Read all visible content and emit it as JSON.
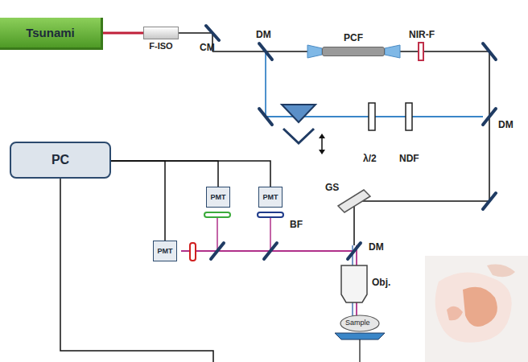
{
  "diagram": {
    "nodes": [
      {
        "text": [
          "Tsunami"
        ]
      },
      {
        "text": [
          "F-ISO"
        ]
      },
      {
        "text": [
          "PCF"
        ]
      },
      {
        "text": [
          "PC"
        ]
      },
      {
        "text": [
          "PMT"
        ]
      },
      {
        "text": [
          "PMT"
        ]
      },
      {
        "text": [
          "PMT"
        ]
      }
    ],
    "edges": [
      {
        "from": 0,
        "to": 1,
        "arrow": "none"
      },
      {
        "from": 3,
        "to": 4,
        "arrow": "none"
      },
      {
        "from": 3,
        "to": 5,
        "arrow": "none"
      },
      {
        "from": 3,
        "to": 6,
        "arrow": "none"
      }
    ],
    "labels": [
      "CM",
      "DM",
      "NIR-F",
      "λ/2",
      "NDF",
      "DM",
      "GS",
      "BF",
      "DM",
      "Obj.",
      "Sample"
    ]
  }
}
